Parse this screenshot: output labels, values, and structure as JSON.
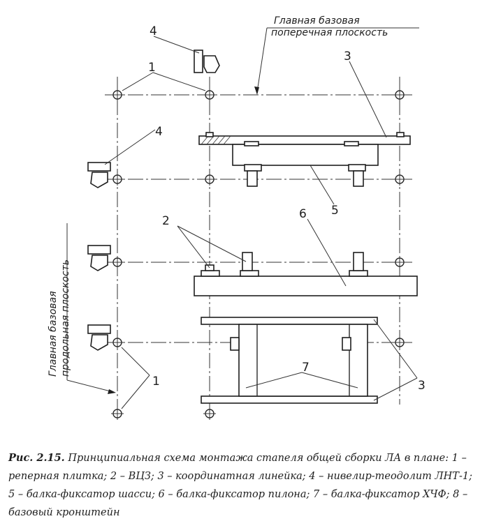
{
  "diagram": {
    "plane_labels": {
      "transverse": [
        "Главная базовая",
        "поперечная плоскость"
      ],
      "longitudinal": [
        "Главная базовая",
        "продольная плоскость"
      ]
    },
    "callouts": {
      "c1_top": "1",
      "c1_bottom": "1",
      "c2": "2",
      "c3_top": "3",
      "c3_bottom": "3",
      "c4_top": "4",
      "c4_left": "4",
      "c5": "5",
      "c6": "6",
      "c7": "7"
    }
  },
  "caption": {
    "label": "Рис. 2.15.",
    "text": " Принципиальная схема монтажа стапеля общей сборки ЛА в плане: 1 – реперная плитка; 2 – ВЦЗ; 3 – координатная линейка; 4 – нивелир-теодолит ЛНТ-1; 5 – балка-фиксатор шасси; 6 – балка-фиксатор пилона; 7 – балка-фиксатор ХЧФ; 8 – базовый кронштейн"
  }
}
